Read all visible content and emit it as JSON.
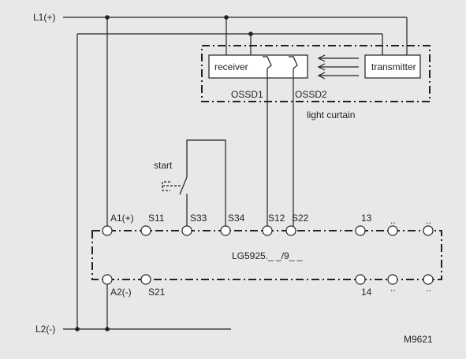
{
  "labels": {
    "l1": "L1(+)",
    "l2": "L2(-)",
    "receiver": "receiver",
    "transmitter": "transmitter",
    "ossd1": "OSSD1",
    "ossd2": "OSSD2",
    "light_curtain": "light curtain",
    "start": "start",
    "a1": "A1(+)",
    "s11": "S11",
    "s33": "S33",
    "s34": "S34",
    "s12": "S12",
    "s22": "S22",
    "t13": "13",
    "dots1": "..",
    "dots2": "..",
    "device": "LG5925._ _/9_ _",
    "a2": "A2(-)",
    "s21": "S21",
    "t14": "14",
    "dots3": "..",
    "dots4": "..",
    "figure_id": "M9621"
  }
}
